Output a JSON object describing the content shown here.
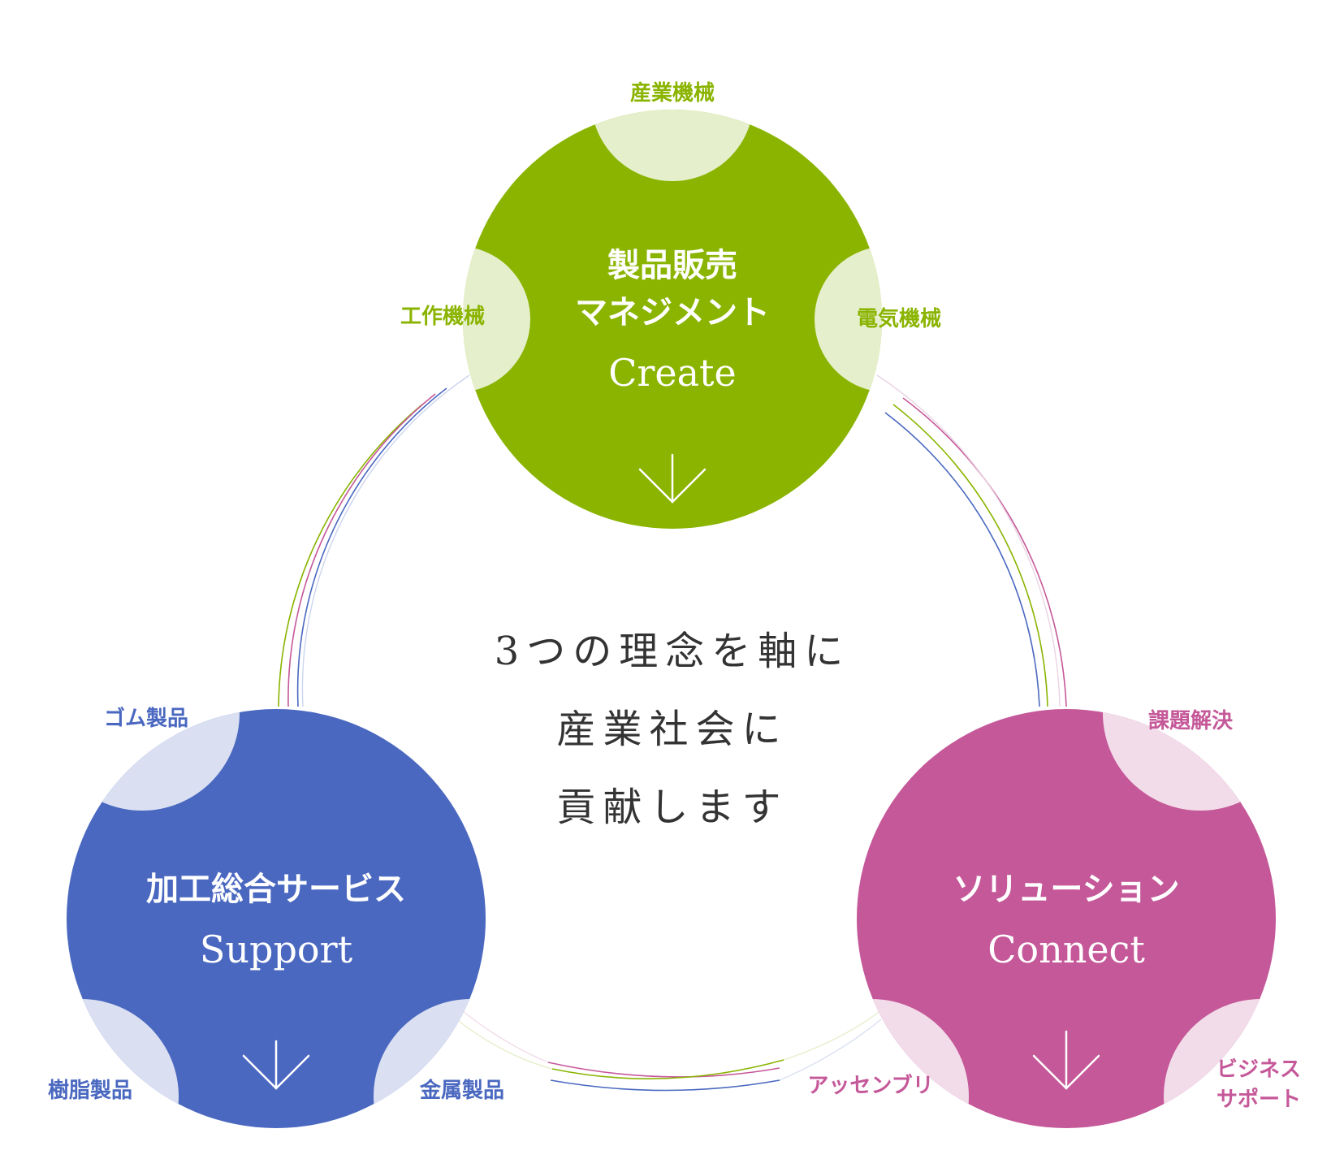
{
  "center": {
    "line1": "3つの理念を軸に",
    "line2": "産業社会に",
    "line3": "貢献します"
  },
  "create": {
    "title1": "製品販売",
    "title2": "マネジメント",
    "subtitle": "Create",
    "tag_top": "産業機械",
    "tag_left": "工作機械",
    "tag_right": "電気機械",
    "color": "#8ab400",
    "light": "#e6efcc"
  },
  "support": {
    "title1": "加工総合サービス",
    "subtitle": "Support",
    "tag_top": "ゴム製品",
    "tag_bottom_left": "樹脂製品",
    "tag_bottom_right": "金属製品",
    "color": "#4a68c0",
    "light": "#dae0f2"
  },
  "connect": {
    "title1": "ソリューション",
    "subtitle": "Connect",
    "tag_top": "課題解決",
    "tag_bottom_left": "アッセンブリ",
    "tag_bottom_right_1": "ビジネス",
    "tag_bottom_right_2": "サポート",
    "color": "#c55899",
    "light": "#f2dcea"
  },
  "icons": {
    "down_arrow": "down-arrow-icon"
  }
}
